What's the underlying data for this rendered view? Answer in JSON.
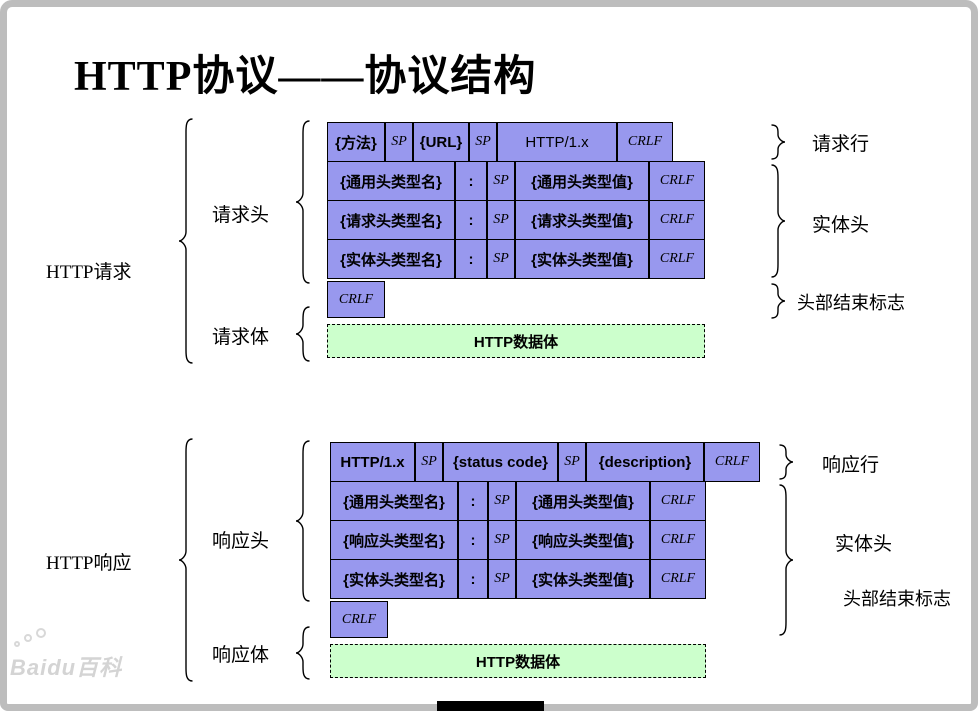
{
  "title": "HTTP协议——协议结构",
  "watermark": "Baidu百科",
  "colors": {
    "cell_fill": "#9898ee",
    "body_fill": "#ccffcc"
  },
  "request": {
    "side_label": "HTTP请求",
    "header_brace_label": "请求头",
    "body_brace_label": "请求体",
    "line_cells": [
      "{方法}",
      "SP",
      "{URL}",
      "SP",
      "HTTP/1.x",
      "CRLF"
    ],
    "header_rows": [
      [
        "{通用头类型名}",
        ":",
        "SP",
        "{通用头类型值}",
        "CRLF"
      ],
      [
        "{请求头类型名}",
        ":",
        "SP",
        "{请求头类型值}",
        "CRLF"
      ],
      [
        "{实体头类型名}",
        ":",
        "SP",
        "{实体头类型值}",
        "CRLF"
      ]
    ],
    "crlf_cell": "CRLF",
    "body_cell": "HTTP数据体",
    "right_labels": [
      "请求行",
      "实体头",
      "头部结束标志"
    ]
  },
  "response": {
    "side_label": "HTTP响应",
    "header_brace_label": "响应头",
    "body_brace_label": "响应体",
    "line_cells": [
      "HTTP/1.x",
      "SP",
      "{status code}",
      "SP",
      "{description}",
      "CRLF"
    ],
    "header_rows": [
      [
        "{通用头类型名}",
        ":",
        "SP",
        "{通用头类型值}",
        "CRLF"
      ],
      [
        "{响应头类型名}",
        ":",
        "SP",
        "{响应头类型值}",
        "CRLF"
      ],
      [
        "{实体头类型名}",
        ":",
        "SP",
        "{实体头类型值}",
        "CRLF"
      ]
    ],
    "crlf_cell": "CRLF",
    "body_cell": "HTTP数据体",
    "right_labels": [
      "响应行",
      "实体头",
      "头部结束标志"
    ]
  }
}
